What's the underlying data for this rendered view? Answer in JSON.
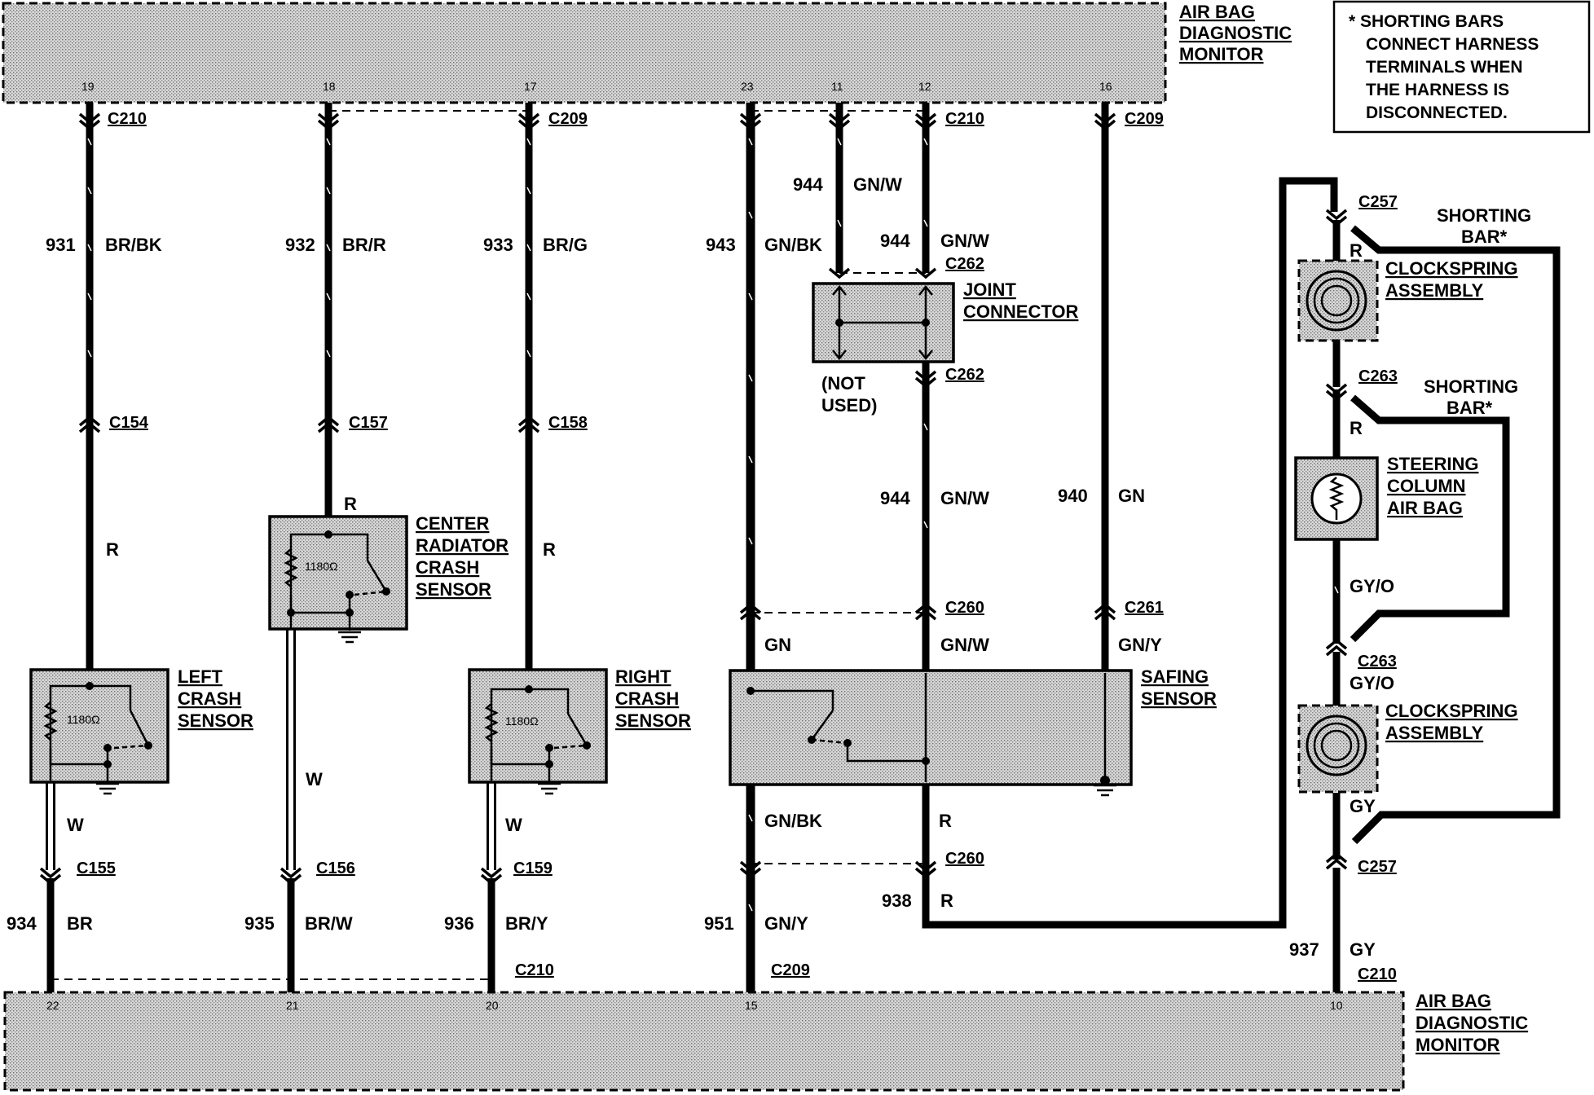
{
  "modules": {
    "top": [
      "AIR BAG",
      "DIAGNOSTIC",
      "MONITOR"
    ],
    "bottom": [
      "AIR BAG",
      "DIAGNOSTIC",
      "MONITOR"
    ]
  },
  "note": [
    "* SHORTING BARS",
    "CONNECT HARNESS",
    "TERMINALS WHEN",
    "THE HARNESS IS",
    "DISCONNECTED."
  ],
  "pins": {
    "top": [
      "19",
      "18",
      "17",
      "23",
      "11",
      "12",
      "16"
    ],
    "bottom": [
      "22",
      "21",
      "20",
      "15",
      "10"
    ]
  },
  "connectors": {
    "c210_a": "C210",
    "c209_a": "C209",
    "c210_b": "C210",
    "c209_b": "C209",
    "c154": "C154",
    "c157": "C157",
    "c158": "C158",
    "c262_a": "C262",
    "c262_b": "C262",
    "c260_a": "C260",
    "c261": "C261",
    "c260_b": "C260",
    "c155": "C155",
    "c156": "C156",
    "c159": "C159",
    "c210_c": "C210",
    "c209_c": "C209",
    "c257_a": "C257",
    "c263_a": "C263",
    "c263_b": "C263",
    "c257_b": "C257",
    "c210_d": "C210"
  },
  "circuits": {
    "c931": "931",
    "c932": "932",
    "c933": "933",
    "c943": "943",
    "c944_a": "944",
    "c944_b": "944",
    "c944_c": "944",
    "c940": "940",
    "c934": "934",
    "c935": "935",
    "c936": "936",
    "c951": "951",
    "c938": "938",
    "c937": "937"
  },
  "colors": {
    "br_bk": "BR/BK",
    "br_r": "BR/R",
    "br_g": "BR/G",
    "gn_bk_a": "GN/BK",
    "gn_w_a": "GN/W",
    "gn_w_b": "GN/W",
    "gn_w_c": "GN/W",
    "gn": "GN",
    "r_left": "R",
    "r_center": "R",
    "r_right": "R",
    "gn_safe": "GN",
    "gn_w_safe": "GN/W",
    "gn_y_safe": "GN/Y",
    "w_left": "W",
    "w_center": "W",
    "w_right": "W",
    "gn_bk_b": "GN/BK",
    "r_safe": "R",
    "r_938": "R",
    "br": "BR",
    "br_w": "BR/W",
    "br_y": "BR/Y",
    "gn_y": "GN/Y",
    "r_cs1": "R",
    "r_cs2": "R",
    "gy_o_a": "GY/O",
    "gy_o_b": "GY/O",
    "gy_a": "GY",
    "gy_b": "GY"
  },
  "components": {
    "left_sensor": [
      "LEFT",
      "CRASH",
      "SENSOR"
    ],
    "center_sensor": [
      "CENTER",
      "RADIATOR",
      "CRASH",
      "SENSOR"
    ],
    "right_sensor": [
      "RIGHT",
      "CRASH",
      "SENSOR"
    ],
    "joint_connector": [
      "JOINT",
      "CONNECTOR"
    ],
    "not_used": [
      "(NOT",
      "USED)"
    ],
    "safing_sensor": [
      "SAFING",
      "SENSOR"
    ],
    "clockspring_1": [
      "CLOCKSPRING",
      "ASSEMBLY"
    ],
    "steering_airbag": [
      "STEERING",
      "COLUMN",
      "AIR BAG"
    ],
    "clockspring_2": [
      "CLOCKSPRING",
      "ASSEMBLY"
    ],
    "shorting_bar_1": [
      "SHORTING",
      "BAR*"
    ],
    "shorting_bar_2": [
      "SHORTING",
      "BAR*"
    ]
  },
  "resistances": {
    "left": "1180Ω",
    "center": "1180Ω",
    "right": "1180Ω"
  }
}
